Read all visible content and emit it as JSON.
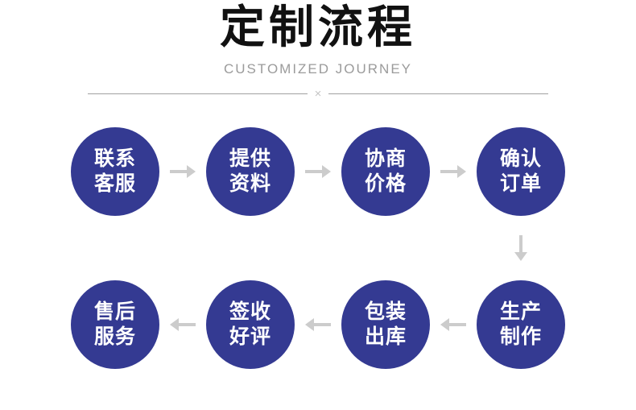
{
  "header": {
    "title": "定制流程",
    "subtitle": "CUSTOMIZED JOURNEY",
    "divider_mark": "×"
  },
  "flow": {
    "top_row": [
      {
        "line1": "联系",
        "line2": "客服"
      },
      {
        "line1": "提供",
        "line2": "资料"
      },
      {
        "line1": "协商",
        "line2": "价格"
      },
      {
        "line1": "确认",
        "line2": "订单"
      }
    ],
    "bottom_row": [
      {
        "line1": "售后",
        "line2": "服务"
      },
      {
        "line1": "签收",
        "line2": "好评"
      },
      {
        "line1": "包装",
        "line2": "出库"
      },
      {
        "line1": "生产",
        "line2": "制作"
      }
    ]
  },
  "colors": {
    "circle": "#343a92",
    "circle-text": "#ffffff",
    "arrow": "#cccccc",
    "title": "#111111",
    "subtitle": "#9b9b9b",
    "divider-line": "#a0a0a0",
    "divider-mark": "#c5c5c5"
  }
}
